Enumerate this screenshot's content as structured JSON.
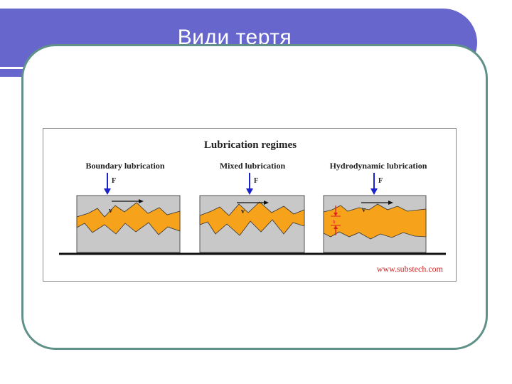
{
  "slide": {
    "title": "Види тертя"
  },
  "diagram": {
    "heading": "Lubrication regimes",
    "panels": [
      {
        "label": "Boundary lubrication",
        "force_label": "F",
        "velocity_label": "v"
      },
      {
        "label": "Mixed lubrication",
        "force_label": "F",
        "velocity_label": "v"
      },
      {
        "label": "Hydrodynamic lubrication",
        "force_label": "F",
        "velocity_label": "v",
        "gap_label": "h"
      }
    ],
    "credit": "www.substech.com",
    "colors": {
      "block": "#c8c8c8",
      "lubricant": "#f7a21b",
      "force_arrow": "#1a22c9",
      "credit": "#cc2222",
      "gap_marker": "#e02020"
    }
  }
}
